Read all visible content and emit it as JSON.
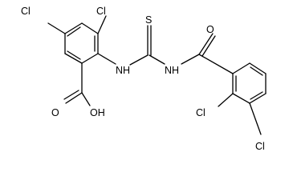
{
  "atoms": {
    "cl_top_left": "Cl",
    "cl_top_right": "Cl",
    "s_thione": "S",
    "o_amide": "O",
    "nh_left": "NH",
    "nh_right": "NH",
    "o_acid": "O",
    "oh_acid": "OH",
    "cl_ortho": "Cl",
    "cl_meta": "Cl"
  },
  "colors": {
    "ink": "#000000",
    "background": "#ffffff"
  }
}
